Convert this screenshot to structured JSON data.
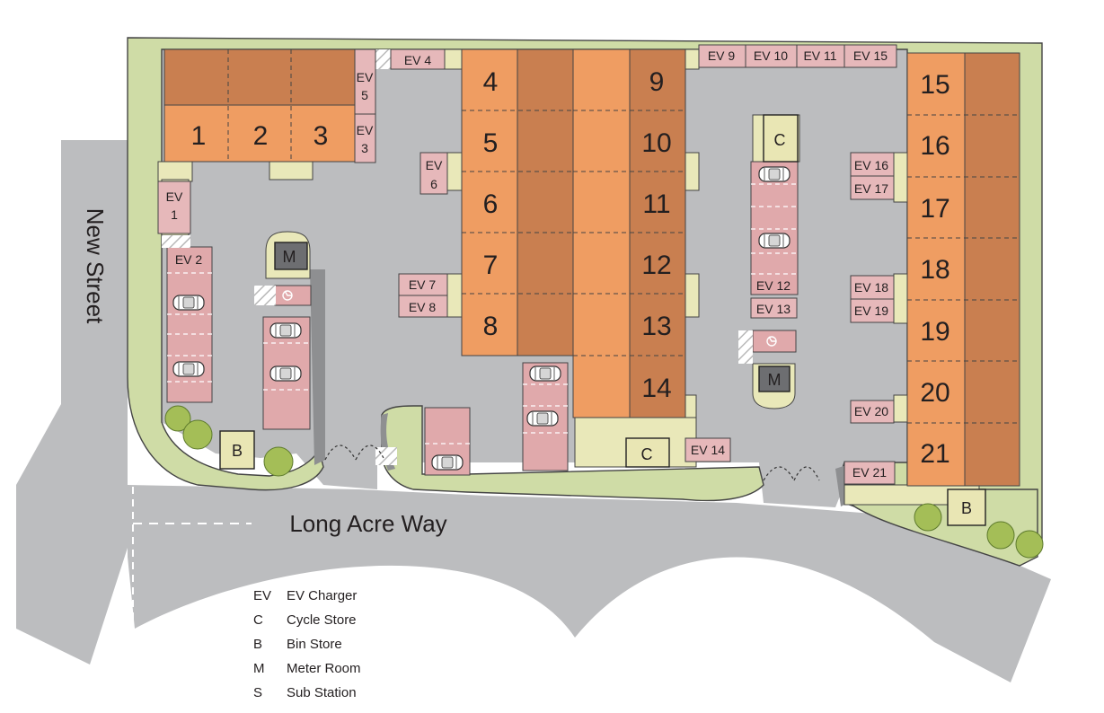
{
  "colors": {
    "road": "#bcbdbf",
    "verge": "#cfdca6",
    "paving": "#e9e8b9",
    "plot_front": "#ef9d62",
    "plot_rear": "#c97f50",
    "parking": "#e0a9ab",
    "ev_bay": "#e6b8ba",
    "facility": "#e9e6b4",
    "meter": "#6d6e71",
    "tree": "#a4be57"
  },
  "streets": {
    "main": "Long Acre Way",
    "side": "New Street"
  },
  "plots": [
    "1",
    "2",
    "3",
    "4",
    "5",
    "6",
    "7",
    "8",
    "9",
    "10",
    "11",
    "12",
    "13",
    "14",
    "15",
    "16",
    "17",
    "18",
    "19",
    "20",
    "21"
  ],
  "ev": {
    "ev1": [
      "EV",
      "1"
    ],
    "ev2": "EV 2",
    "ev3": [
      "EV",
      "3"
    ],
    "ev4": "EV 4",
    "ev5": [
      "EV",
      "5"
    ],
    "ev6": [
      "EV",
      "6"
    ],
    "ev7": "EV 7",
    "ev8": "EV 8",
    "ev9": "EV 9",
    "ev10": "EV 10",
    "ev11": "EV 11",
    "ev12": "EV 12",
    "ev13": "EV 13",
    "ev14": "EV 14",
    "ev15": "EV 15",
    "ev16": "EV 16",
    "ev17": "EV 17",
    "ev18": "EV 18",
    "ev19": "EV 19",
    "ev20": "EV 20",
    "ev21": "EV 21"
  },
  "facilities": {
    "cycle": "C",
    "bin": "B",
    "meter": "M"
  },
  "legend": [
    {
      "code": "EV",
      "label": "EV Charger"
    },
    {
      "code": "C",
      "label": "Cycle Store"
    },
    {
      "code": "B",
      "label": "Bin Store"
    },
    {
      "code": "M",
      "label": "Meter Room"
    },
    {
      "code": "S",
      "label": "Sub Station"
    }
  ],
  "icons": [
    "car-icon",
    "accessible-parking-icon",
    "tree-icon",
    "door-icon"
  ]
}
